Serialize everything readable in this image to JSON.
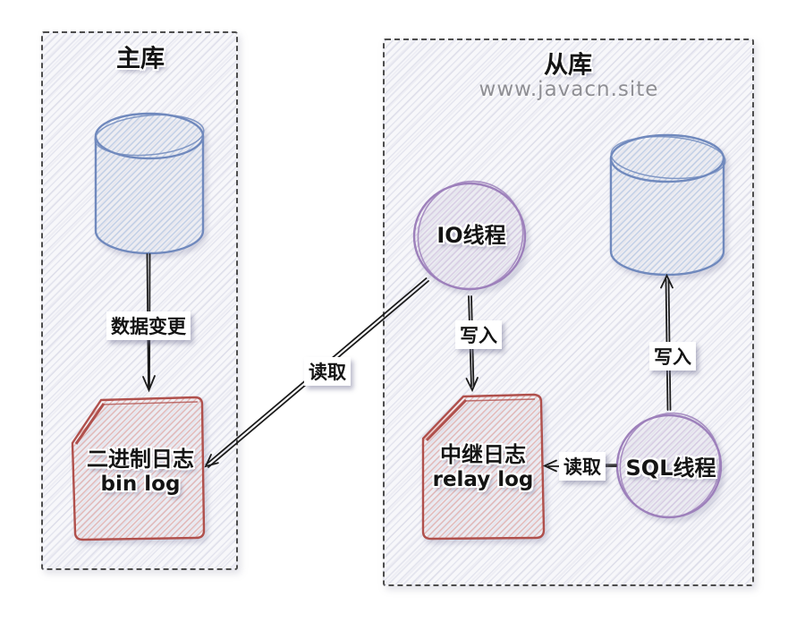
{
  "master": {
    "title": "主库",
    "binlog_line1": "二进制日志",
    "binlog_line2": "bin log"
  },
  "slave": {
    "title": "从库",
    "watermark": "www.javacn.site",
    "io_thread": "IO线程",
    "relay_line1": "中继日志",
    "relay_line2": "relay log",
    "sql_thread": "SQL线程"
  },
  "edges": {
    "data_change": "数据变更",
    "read_binlog": "读取",
    "write_relay": "写入",
    "read_relay": "读取",
    "write_db": "写入"
  },
  "colors": {
    "db_stroke": "#7089bd",
    "log_stroke": "#b0504c",
    "thread_stroke": "#9d80bb",
    "arrow": "#1b1b1b",
    "box_border": "#4d4d4d",
    "watermark": "#8f8f94"
  }
}
